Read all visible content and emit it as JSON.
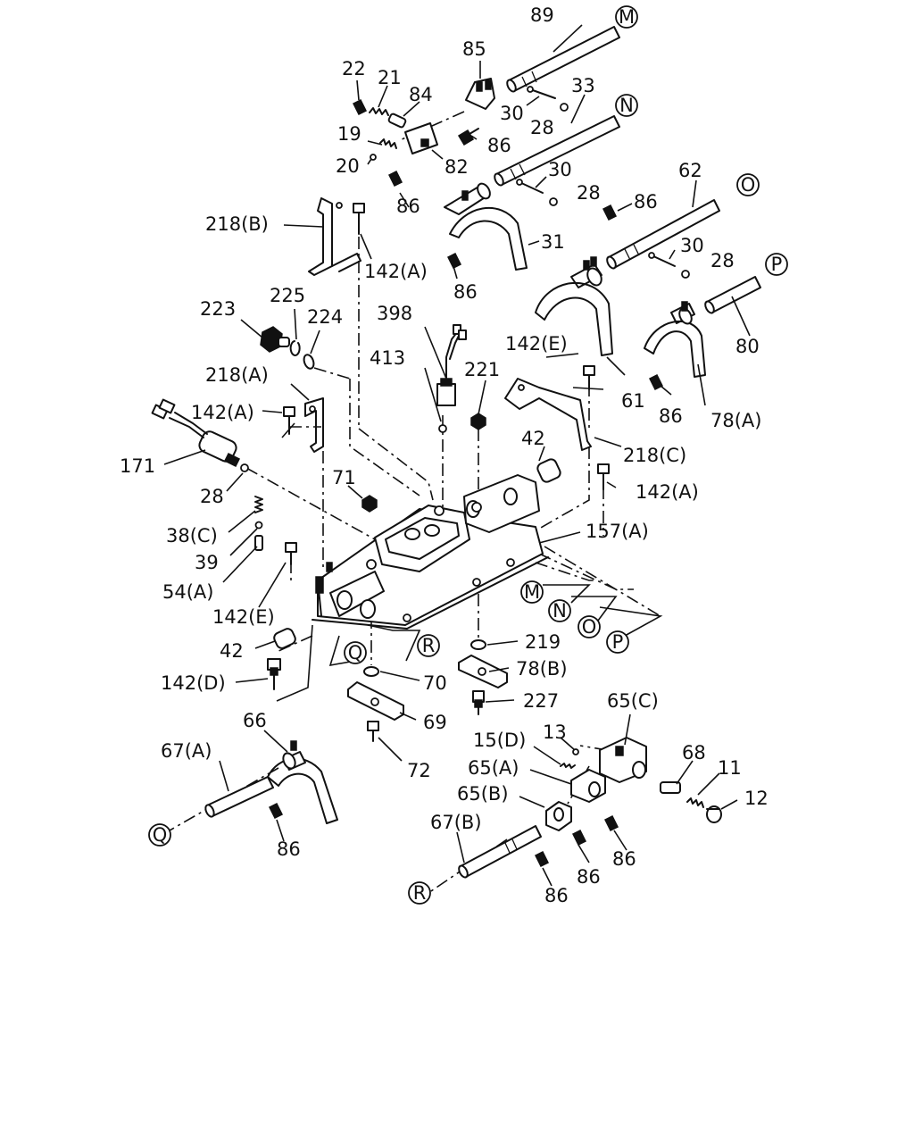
{
  "diagram": {
    "part_labels": {
      "p89": "89",
      "p85": "85",
      "p22": "22",
      "p21": "21",
      "p84": "84",
      "p30a": "30",
      "p33": "33",
      "p28a": "28",
      "p19": "19",
      "p86a": "86",
      "p20": "20",
      "p82": "82",
      "p30b": "30",
      "p86b": "86",
      "p28b": "28",
      "p62": "62",
      "p86c": "86",
      "p218b": "218(B)",
      "p31": "31",
      "p142a1": "142(A)",
      "p30c": "30",
      "p28c": "28",
      "p86d": "86",
      "p225": "225",
      "p223": "223",
      "p224": "224",
      "p398": "398",
      "p80": "80",
      "p142e1": "142(E)",
      "p413": "413",
      "p221": "221",
      "p218a": "218(A)",
      "p61": "61",
      "p86e": "86",
      "p78a": "78(A)",
      "p142a2": "142(A)",
      "p42a": "42",
      "p218c": "218(C)",
      "p171": "171",
      "p142a3": "142(A)",
      "p28d": "28",
      "p71": "71",
      "p38c": "38(C)",
      "p157a": "157(A)",
      "p39": "39",
      "p54a": "54(A)",
      "p142e2": "142(E)",
      "p42b": "42",
      "p219": "219",
      "p78b": "78(B)",
      "p142d": "142(D)",
      "p70": "70",
      "p227": "227",
      "p65c": "65(C)",
      "p66": "66",
      "p69": "69",
      "p67a": "67(A)",
      "p13": "13",
      "p15d": "15(D)",
      "p68": "68",
      "p72": "72",
      "p65a": "65(A)",
      "p11": "11",
      "p65b": "65(B)",
      "p12": "12",
      "p67b": "67(B)",
      "p86f": "86",
      "p86g": "86",
      "p86h": "86",
      "p86i": "86"
    },
    "ref_letters": {
      "m1": "M",
      "n1": "N",
      "o1": "O",
      "p1": "P",
      "m2": "M",
      "n2": "N",
      "o2": "O",
      "p2": "P",
      "q1": "Q",
      "r1": "R",
      "q2": "Q",
      "r2": "R"
    }
  }
}
